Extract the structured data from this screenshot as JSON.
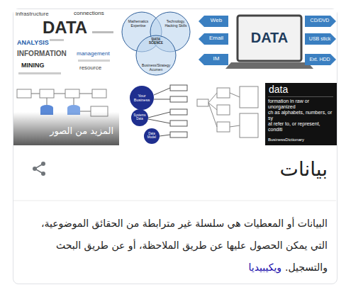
{
  "diagram": {
    "title": "بيانات",
    "labels": [
      "البيانات أو المعطيات هي سلسلة غير مترابطة من الحقائق الموضوعية، التي يمكن الحصول عليها عن طريق الملاحظة، أو عن طريق البحث والتسجيل.",
      "ويكيبيديا",
      "المزيد من الصور",
      "DATA",
      "Web",
      "Email",
      "IM",
      "CD/DVD",
      "USB stick",
      "Ext. HDD",
      "data",
      "formation in raw or unorganized",
      "ch as alphabets, numbers, or sy",
      "at refer to, or represent, conditi",
      "BusinessDictionary",
      "Mathematics Expertise",
      "Technology, Hacking Skills",
      "Business/Strategy Acumen",
      "DATA SCIENCE",
      "DATA",
      "infrastructure",
      "ANALYSIS",
      "INFORMATION",
      "connections",
      "MINING",
      "management",
      "resource",
      "Your Business",
      "Systems Data",
      "Data Model"
    ]
  }
}
